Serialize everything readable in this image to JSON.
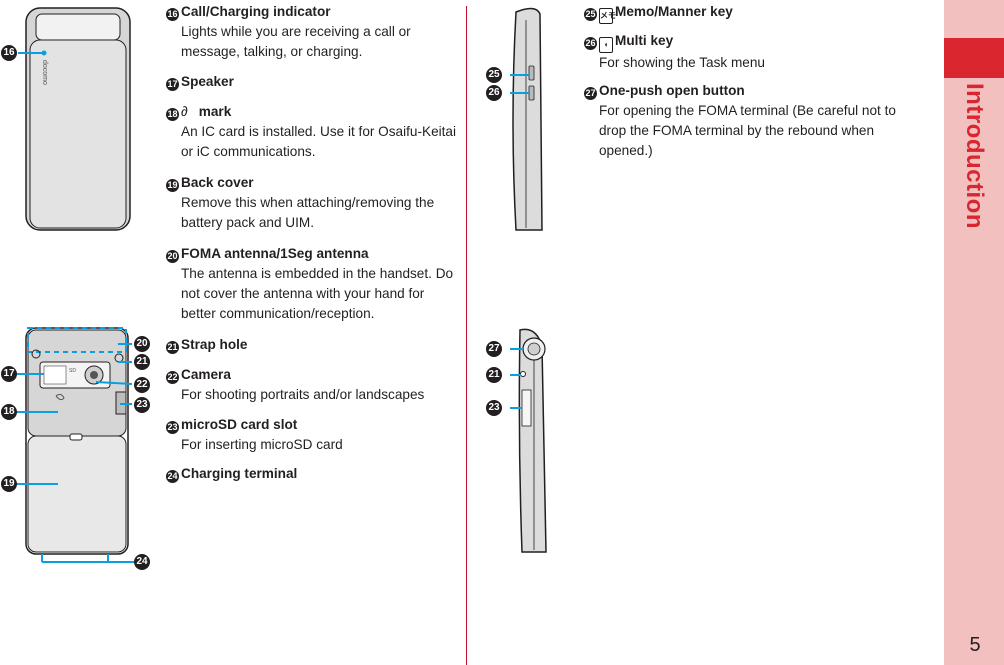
{
  "sidebar": {
    "section_label": "Introduction",
    "page_number": "5"
  },
  "middle_entries": [
    {
      "num": "16",
      "title": "Call/Charging indicator",
      "desc": "Lights while you are receiving a call or message, talking, or charging."
    },
    {
      "num": "17",
      "title": "Speaker",
      "desc": ""
    },
    {
      "num": "18",
      "title": "mark",
      "desc": "An IC card is installed. Use it for Osaifu-Keitai or iC communications."
    },
    {
      "num": "19",
      "title": "Back cover",
      "desc": "Remove this when attaching/removing the battery pack and UIM."
    },
    {
      "num": "20",
      "title": "FOMA antenna/1Seg antenna",
      "desc": "The antenna is embedded in the handset. Do not cover the antenna with your hand for better communication/reception."
    },
    {
      "num": "21",
      "title": "Strap hole",
      "desc": ""
    },
    {
      "num": "22",
      "title": "Camera",
      "desc": "For shooting portraits and/or landscapes"
    },
    {
      "num": "23",
      "title": "microSD card slot",
      "desc": "For inserting microSD card"
    },
    {
      "num": "24",
      "title": "Charging terminal",
      "desc": ""
    }
  ],
  "right_entries": [
    {
      "num": "25",
      "title": "Memo/Manner key",
      "desc": "",
      "key": "メモ"
    },
    {
      "num": "26",
      "title": "Multi key",
      "desc": "For showing the Task menu",
      "key": ""
    },
    {
      "num": "27",
      "title": "One-push open button",
      "desc": "For opening the FOMA terminal (Be careful not to drop the FOMA terminal by the rebound when opened.)",
      "key": ""
    }
  ],
  "front_brand": "docomo",
  "camera_label": "SD"
}
